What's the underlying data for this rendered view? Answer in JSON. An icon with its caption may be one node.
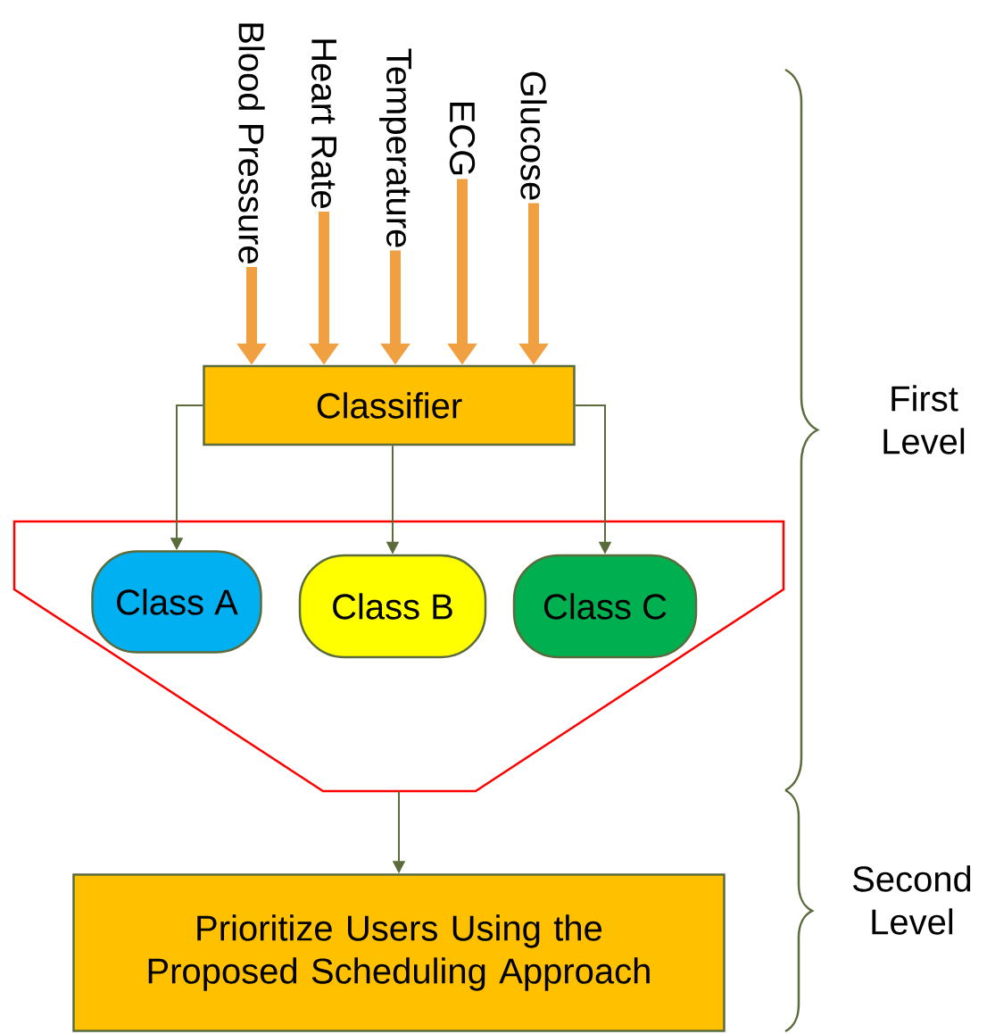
{
  "diagram": {
    "nodes": [
      {
        "text": [
          "Blood Pressure"
        ]
      },
      {
        "text": [
          "Heart Rate"
        ]
      },
      {
        "text": [
          "Temperature"
        ]
      },
      {
        "text": [
          "ECG"
        ]
      },
      {
        "text": [
          "Glucose"
        ]
      },
      {
        "text": [
          "Classifier"
        ]
      },
      {
        "text": [],
        "shape": "trapezoid"
      },
      {
        "text": [
          "Class A"
        ],
        "in": 6
      },
      {
        "text": [
          "Class B"
        ],
        "in": 6
      },
      {
        "text": [
          "Class C"
        ],
        "in": 6
      },
      {
        "text": [
          "Prioritize Users Using the Proposed Scheduling Approach"
        ]
      }
    ],
    "edges": [
      {
        "from": 0,
        "to": 5,
        "arrow": "to"
      },
      {
        "from": 1,
        "to": 5,
        "arrow": "to"
      },
      {
        "from": 2,
        "to": 5,
        "arrow": "to"
      },
      {
        "from": 3,
        "to": 5,
        "arrow": "to"
      },
      {
        "from": 4,
        "to": 5,
        "arrow": "to"
      },
      {
        "from": 5,
        "to": 7,
        "arrow": "to",
        "color": "#5b6b3c"
      },
      {
        "from": 5,
        "to": 8,
        "arrow": "to",
        "color": "#5b6b3c"
      },
      {
        "from": 5,
        "to": 9,
        "arrow": "to",
        "color": "#5b6b3c"
      },
      {
        "from": 6,
        "to": 10,
        "arrow": "to",
        "color": "#5b6b3c"
      }
    ],
    "labels": [
      "First Level",
      "Second Level"
    ]
  }
}
